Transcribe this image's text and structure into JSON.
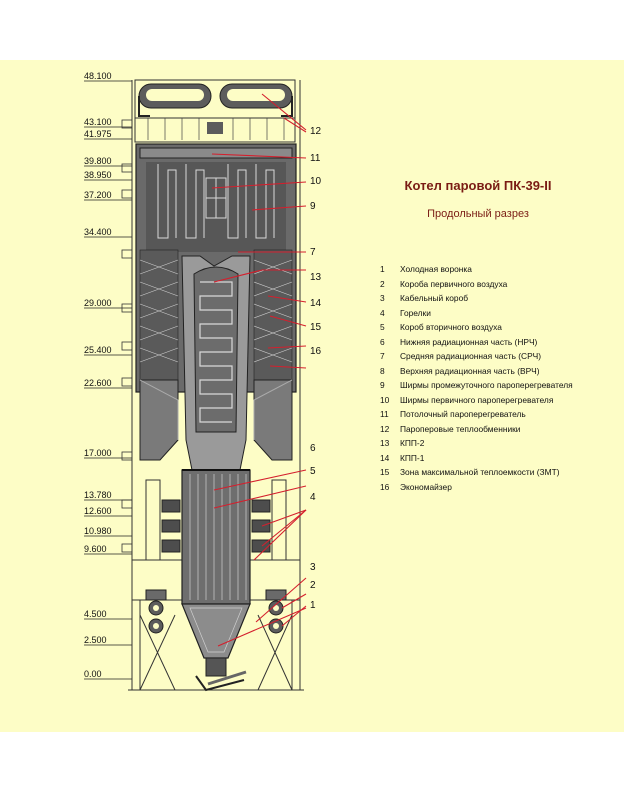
{
  "title": "Котел паровой ПК-39-II",
  "subtitle": "Продольный разрез",
  "elevations": [
    "48.100",
    "43.100",
    "41.975",
    "39.800",
    "38.950",
    "37.200",
    "34.400",
    "29.000",
    "25.400",
    "22.600",
    "17.000",
    "13.780",
    "12.600",
    "10.980",
    "9.600",
    "4.500",
    "2.500",
    "0.00"
  ],
  "callouts": [
    "12",
    "11",
    "10",
    "9",
    "7",
    "13",
    "14",
    "15",
    "16",
    "6",
    "5",
    "4",
    "3",
    "2",
    "1"
  ],
  "legend": [
    {
      "num": "1",
      "text": "Холодная воронка"
    },
    {
      "num": "2",
      "text": "Короба первичного воздуха"
    },
    {
      "num": "3",
      "text": "Кабельный короб"
    },
    {
      "num": "4",
      "text": "Горелки"
    },
    {
      "num": "5",
      "text": "Короб вторичного воздуха"
    },
    {
      "num": "6",
      "text": "Нижняя радиационная часть (НРЧ)"
    },
    {
      "num": "7",
      "text": "Средняя радиационная часть (СРЧ)"
    },
    {
      "num": "8",
      "text": "Верхняя радиационная часть (ВРЧ)"
    },
    {
      "num": "9",
      "text": "Ширмы промежуточного пароперегревателя"
    },
    {
      "num": "10",
      "text": "Ширмы первичного пароперегревателя"
    },
    {
      "num": "11",
      "text": "Потолочный пароперегреватель"
    },
    {
      "num": "12",
      "text": "Пароперовые теплообменники"
    },
    {
      "num": "13",
      "text": "КПП-2"
    },
    {
      "num": "14",
      "text": "КПП-1"
    },
    {
      "num": "15",
      "text": "Зона максимальной теплоемкости (ЗМТ)"
    },
    {
      "num": "16",
      "text": "Экономайзер"
    }
  ],
  "colors": {
    "background": "#fdfdc6",
    "heated_surface": "#5c5c5c",
    "leader": "#d41f2d",
    "title": "#7a1c14"
  }
}
